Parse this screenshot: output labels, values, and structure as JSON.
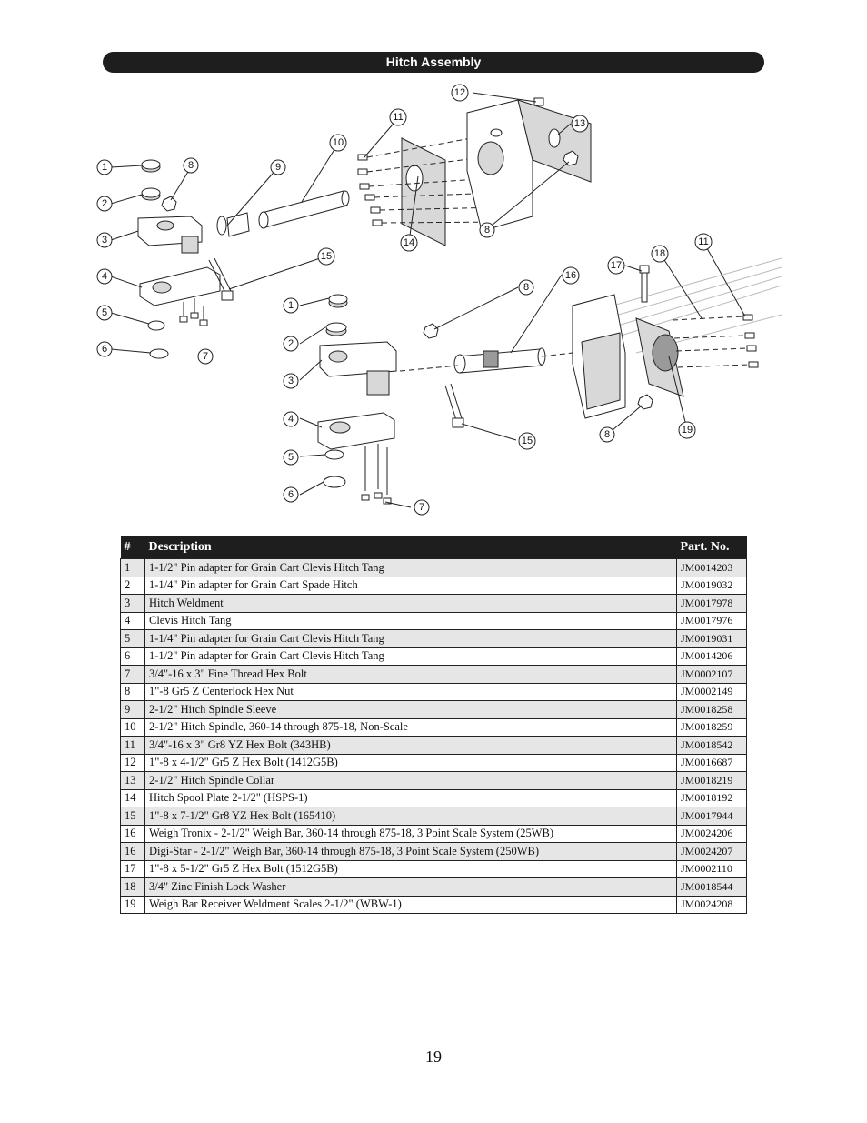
{
  "title": "Hitch Assembly",
  "callouts": [
    "1",
    "2",
    "3",
    "4",
    "5",
    "6",
    "7",
    "8",
    "9",
    "10",
    "11",
    "12",
    "13",
    "14",
    "15",
    "16",
    "17",
    "18",
    "19"
  ],
  "table": {
    "headers": {
      "num": "#",
      "description": "Description",
      "part_no": "Part. No."
    },
    "rows": [
      {
        "num": "1",
        "description": "1-1/2\" Pin adapter for Grain Cart Clevis Hitch Tang",
        "part_no": "JM0014203"
      },
      {
        "num": "2",
        "description": "1-1/4\" Pin adapter for Grain Cart Spade Hitch",
        "part_no": "JM0019032"
      },
      {
        "num": "3",
        "description": "Hitch Weldment",
        "part_no": "JM0017978"
      },
      {
        "num": "4",
        "description": "Clevis Hitch Tang",
        "part_no": "JM0017976"
      },
      {
        "num": "5",
        "description": "1-1/4\" Pin adapter for Grain Cart Clevis Hitch Tang",
        "part_no": "JM0019031"
      },
      {
        "num": "6",
        "description": "1-1/2\" Pin adapter for Grain Cart Clevis Hitch Tang",
        "part_no": "JM0014206"
      },
      {
        "num": "7",
        "description": "3/4\"-16 x 3\" Fine Thread Hex Bolt",
        "part_no": "JM0002107"
      },
      {
        "num": "8",
        "description": "1\"-8 Gr5 Z Centerlock Hex Nut",
        "part_no": "JM0002149"
      },
      {
        "num": "9",
        "description": "2-1/2\" Hitch Spindle Sleeve",
        "part_no": "JM0018258"
      },
      {
        "num": "10",
        "description": "2-1/2\" Hitch Spindle, 360-14 through 875-18, Non-Scale",
        "part_no": "JM0018259"
      },
      {
        "num": "11",
        "description": "3/4\"-16 x 3\" Gr8 YZ Hex Bolt (343HB)",
        "part_no": "JM0018542"
      },
      {
        "num": "12",
        "description": "1\"-8 x 4-1/2\" Gr5 Z Hex Bolt (1412G5B)",
        "part_no": "JM0016687"
      },
      {
        "num": "13",
        "description": "2-1/2\" Hitch Spindle Collar",
        "part_no": "JM0018219"
      },
      {
        "num": "14",
        "description": "Hitch Spool Plate 2-1/2\" (HSPS-1)",
        "part_no": "JM0018192"
      },
      {
        "num": "15",
        "description": "1\"-8 x 7-1/2\" Gr8 YZ Hex Bolt (165410)",
        "part_no": "JM0017944"
      },
      {
        "num": "16",
        "description": "Weigh Tronix - 2-1/2\" Weigh Bar, 360-14 through 875-18, 3 Point Scale System (25WB)",
        "part_no": "JM0024206"
      },
      {
        "num": "16",
        "description": "Digi-Star - 2-1/2\" Weigh Bar, 360-14 through 875-18, 3 Point Scale System (250WB)",
        "part_no": "JM0024207"
      },
      {
        "num": "17",
        "description": "1\"-8 x 5-1/2\" Gr5 Z Hex Bolt (1512G5B)",
        "part_no": "JM0002110"
      },
      {
        "num": "18",
        "description": "3/4\" Zinc Finish Lock Washer",
        "part_no": "JM0018544"
      },
      {
        "num": "19",
        "description": "Weigh Bar Receiver Weldment Scales 2-1/2\" (WBW-1)",
        "part_no": "JM0024208"
      }
    ]
  },
  "page_number": "19"
}
